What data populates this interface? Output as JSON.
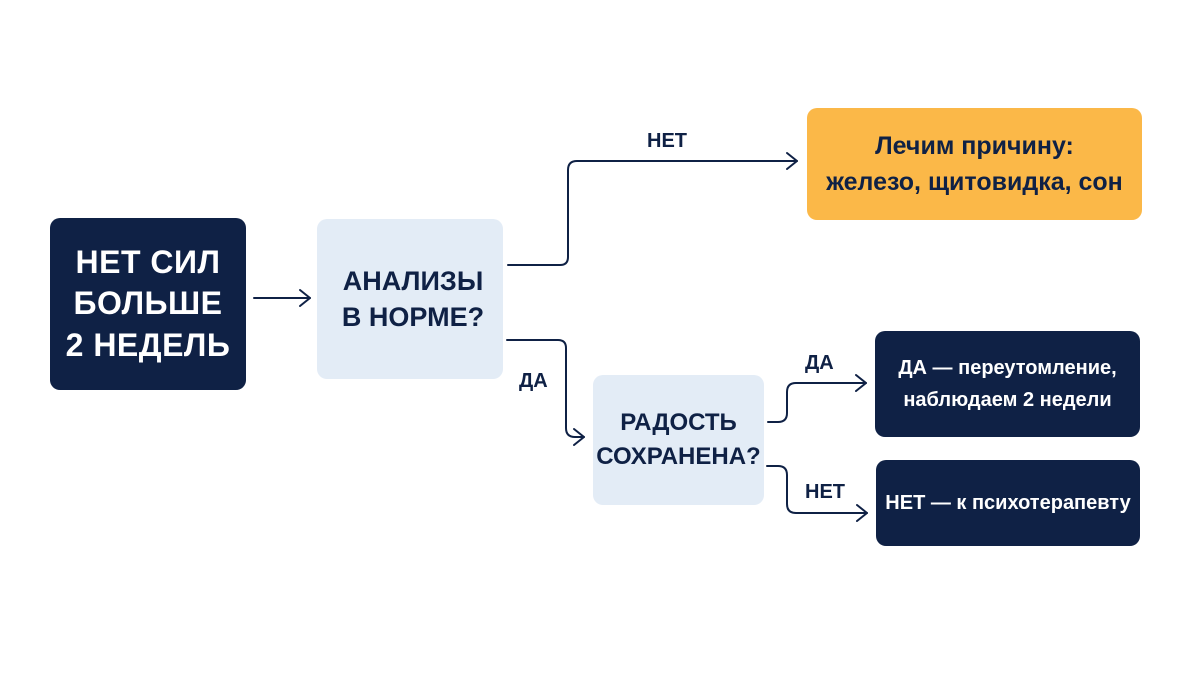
{
  "nodes": {
    "start": "НЕТ СИЛ\nБОЛЬШЕ\n2 НЕДЕЛЬ",
    "tests": "АНАЛИЗЫ\nВ НОРМЕ?",
    "cause": "Лечим причину:\nжелезо, щитовидка, сон",
    "joy": "РАДОСТЬ\nСОХРАНЕНА?",
    "fatigue": "ДА — переутомление,\nнаблюдаем 2 недели",
    "therapist": "НЕТ — к психотерапевту"
  },
  "edge_labels": {
    "tests_no": "НЕТ",
    "tests_yes": "ДА",
    "joy_yes": "ДА",
    "joy_no": "НЕТ"
  },
  "colors": {
    "dark_box": "#0f2145",
    "light_box": "#e3ecf6",
    "accent_box": "#fbb848",
    "line": "#0f2145"
  }
}
